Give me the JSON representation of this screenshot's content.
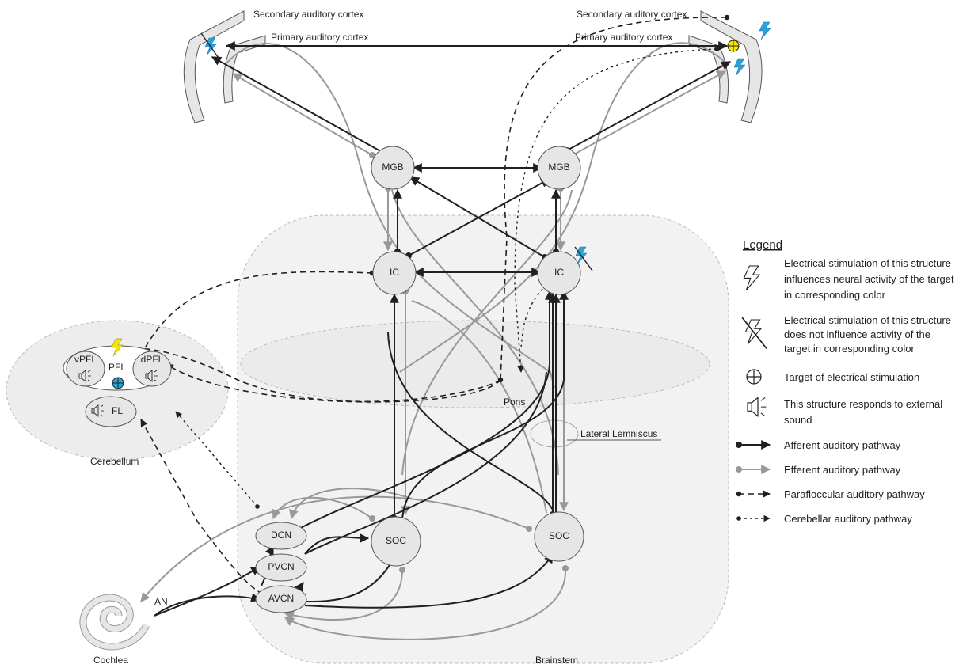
{
  "cortex": {
    "secondary_left": "Secondary auditory cortex",
    "primary_left": "Primary auditory cortex",
    "secondary_right": "Secondary auditory cortex",
    "primary_right": "Primary auditory cortex"
  },
  "nodes": {
    "mgb_left": "MGB",
    "mgb_right": "MGB",
    "ic_left": "IC",
    "ic_right": "IC",
    "dcn": "DCN",
    "pvcn": "PVCN",
    "avcn": "AVCN",
    "soc_left": "SOC",
    "soc_right": "SOC",
    "vpfl": "vPFL",
    "pfl": "PFL",
    "dpfl": "dPFL",
    "fl": "FL"
  },
  "regions": {
    "cerebellum": "Cerebellum",
    "pons": "Pons",
    "brainstem": "Brainstem",
    "lateral_lemniscus": "Lateral Lemniscus",
    "an": "AN",
    "cochlea": "Cochlea"
  },
  "legend": {
    "title": "Legend",
    "items": [
      {
        "icon": "lightning-icon",
        "lines": [
          "Electrical stimulation of this structure",
          "influences neural activity of the target",
          "in corresponding color"
        ]
      },
      {
        "icon": "crossed-lightning-icon",
        "lines": [
          "Electrical stimulation of this structure",
          "does not influence activity of the",
          "target  in corresponding color"
        ]
      },
      {
        "icon": "target-icon",
        "lines": [
          "Target of electrical stimulation"
        ]
      },
      {
        "icon": "speaker-icon",
        "lines": [
          "This structure responds to external",
          "sound"
        ]
      },
      {
        "icon": "afferent-arrow-icon",
        "lines": [
          "Afferent auditory pathway"
        ]
      },
      {
        "icon": "efferent-arrow-icon",
        "lines": [
          "Efferent auditory pathway"
        ]
      },
      {
        "icon": "parafloccular-arrow-icon",
        "lines": [
          "Parafloccular auditory pathway"
        ]
      },
      {
        "icon": "cerebellar-arrow-icon",
        "lines": [
          "Cerebellar auditory pathway"
        ]
      }
    ]
  },
  "colors": {
    "stim_blue": "#29a3dc",
    "stim_yellow": "#f6e600",
    "afferent": "#231f20",
    "efferent": "#999999",
    "node_fill": "#e6e6e6"
  }
}
